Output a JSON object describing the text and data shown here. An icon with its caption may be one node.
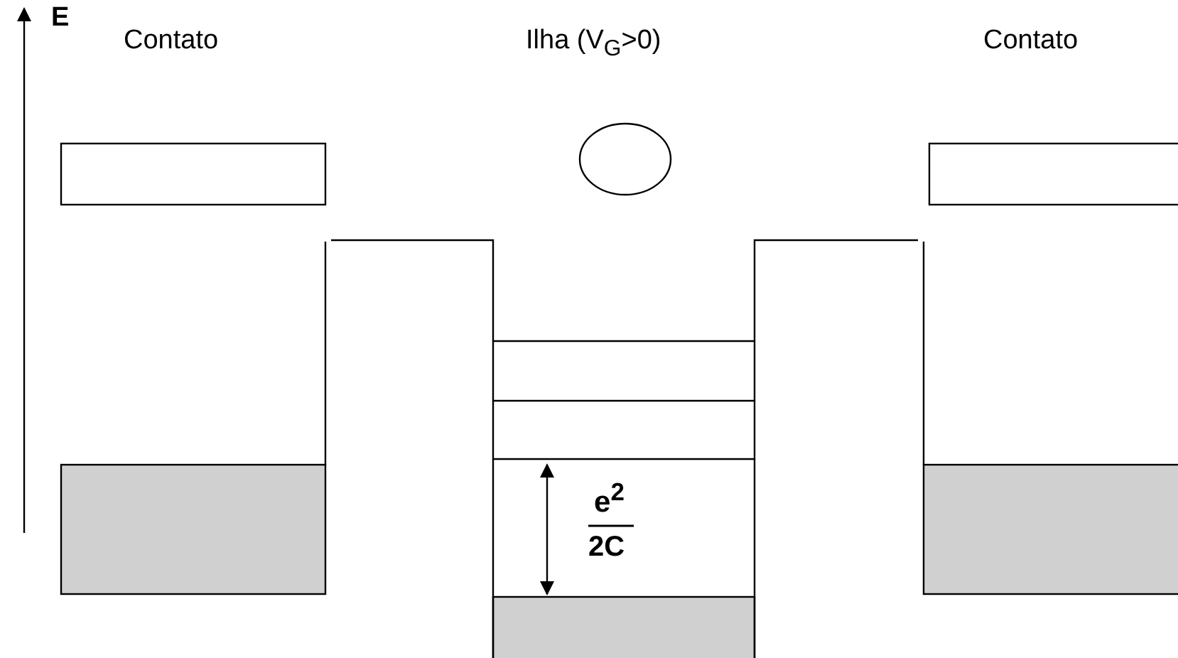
{
  "diagram": {
    "labels": [
      "E",
      "Contato",
      "Ilha (V$_{G}$>0)",
      "Contato",
      "e$^{2}$",
      "2C"
    ]
  }
}
